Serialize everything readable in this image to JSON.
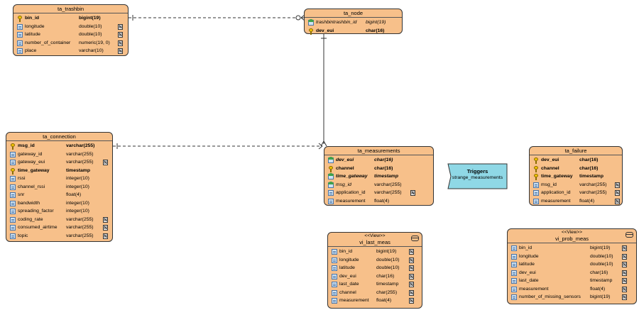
{
  "entities": {
    "ta_trashbin": {
      "title": "ta_trashbin",
      "rows": [
        {
          "name": "bin_id",
          "type": "bigint(19)",
          "bold": true,
          "icon": "primary-key-icon"
        },
        {
          "name": "longitude",
          "type": "double(10)",
          "nn": "N",
          "icon": "column-icon"
        },
        {
          "name": "latitude",
          "type": "double(10)",
          "nn": "N",
          "icon": "column-icon"
        },
        {
          "name": "number_of_container",
          "type": "numeric(19, 0)",
          "nn": "N",
          "icon": "column-icon"
        },
        {
          "name": "place",
          "type": "varchar(10)",
          "nn": "N",
          "icon": "column-icon"
        }
      ]
    },
    "ta_node": {
      "title": "ta_node",
      "rows": [
        {
          "name": "trashbintrashbin_id",
          "type": "bigint(19)",
          "italic": true,
          "icon": "foreign-key-icon"
        },
        {
          "name": "dev_eui",
          "type": "char(16)",
          "bold": true,
          "icon": "primary-key-icon"
        }
      ]
    },
    "ta_connection": {
      "title": "ta_connection",
      "rows": [
        {
          "name": "msg_id",
          "type": "varchar(255)",
          "bold": true,
          "icon": "primary-key-icon"
        },
        {
          "name": "gateway_id",
          "type": "varchar(255)",
          "icon": "column-icon"
        },
        {
          "name": "gateway_eui",
          "type": "varchar(255)",
          "nn": "N",
          "icon": "column-icon"
        },
        {
          "name": "time_gateway",
          "type": "timestamp",
          "bold": true,
          "icon": "primary-key-icon"
        },
        {
          "name": "rssi",
          "type": "integer(10)",
          "icon": "column-icon"
        },
        {
          "name": "channel_rssi",
          "type": "integer(10)",
          "icon": "column-icon"
        },
        {
          "name": "snr",
          "type": "float(4)",
          "icon": "column-icon"
        },
        {
          "name": "bandwidth",
          "type": "integer(10)",
          "icon": "column-icon"
        },
        {
          "name": "spreading_factor",
          "type": "integer(10)",
          "icon": "column-icon"
        },
        {
          "name": "coding_rate",
          "type": "varchar(255)",
          "nn": "N",
          "icon": "column-icon"
        },
        {
          "name": "consumed_airtime",
          "type": "varchar(255)",
          "nn": "N",
          "icon": "column-icon"
        },
        {
          "name": "topic",
          "type": "varchar(255)",
          "nn": "N",
          "icon": "column-icon"
        }
      ]
    },
    "ta_measurements": {
      "title": "ta_measurements",
      "rows": [
        {
          "name": "dev_eui",
          "type": "char(16)",
          "bold": true,
          "italic": true,
          "icon": "primary-foreign-key-icon"
        },
        {
          "name": "channel",
          "type": "char(16)",
          "bold": true,
          "icon": "primary-key-icon"
        },
        {
          "name": "time_gateway",
          "type": "timestamp",
          "bold": true,
          "italic": true,
          "icon": "primary-foreign-key-icon"
        },
        {
          "name": "msg_id",
          "type": "varchar(255)",
          "italic": true,
          "icon": "foreign-key-icon"
        },
        {
          "name": "application_id",
          "type": "varchar(255)",
          "nn": "N",
          "icon": "column-icon"
        },
        {
          "name": "measurement",
          "type": "float(4)",
          "icon": "column-icon"
        }
      ]
    },
    "ta_failure": {
      "title": "ta_failure",
      "rows": [
        {
          "name": "dev_eui",
          "type": "char(16)",
          "bold": true,
          "icon": "primary-key-icon"
        },
        {
          "name": "channel",
          "type": "char(16)",
          "bold": true,
          "icon": "primary-key-icon"
        },
        {
          "name": "time_gateway",
          "type": "timestamp",
          "bold": true,
          "icon": "primary-key-icon"
        },
        {
          "name": "msg_id",
          "type": "varchar(255)",
          "nn": "N",
          "icon": "column-icon"
        },
        {
          "name": "application_id",
          "type": "varchar(255)",
          "nn": "N",
          "icon": "column-icon"
        },
        {
          "name": "measurement",
          "type": "float(4)",
          "nn": "N",
          "icon": "column-icon"
        }
      ]
    },
    "vi_last_meas": {
      "stereotype": "<<View>>",
      "title": "vi_last_meas",
      "rows": [
        {
          "name": "bin_id",
          "type": "bigint(19)",
          "nn": "N",
          "icon": "column-icon"
        },
        {
          "name": "longitude",
          "type": "double(10)",
          "nn": "N",
          "icon": "column-icon"
        },
        {
          "name": "latitude",
          "type": "double(10)",
          "nn": "N",
          "icon": "column-icon"
        },
        {
          "name": "dev_eui",
          "type": "char(16)",
          "nn": "N",
          "icon": "column-icon"
        },
        {
          "name": "last_date",
          "type": "timestamp",
          "nn": "N",
          "icon": "column-icon"
        },
        {
          "name": "channel",
          "type": "char(255)",
          "nn": "N",
          "icon": "column-icon"
        },
        {
          "name": "measurement",
          "type": "float(4)",
          "nn": "N",
          "icon": "column-icon"
        }
      ]
    },
    "vi_prob_meas": {
      "stereotype": "<<View>>",
      "title": "vi_prob_meas",
      "rows": [
        {
          "name": "bin_id",
          "type": "bigint(19)",
          "nn": "N",
          "icon": "column-icon"
        },
        {
          "name": "longitude",
          "type": "double(10)",
          "nn": "N",
          "icon": "column-icon"
        },
        {
          "name": "latitude",
          "type": "double(10)",
          "nn": "N",
          "icon": "column-icon"
        },
        {
          "name": "dev_eui",
          "type": "char(16)",
          "nn": "N",
          "icon": "column-icon"
        },
        {
          "name": "last_date",
          "type": "timestamp",
          "nn": "N",
          "icon": "column-icon"
        },
        {
          "name": "measurement",
          "type": "float(4)",
          "nn": "N",
          "icon": "column-icon"
        },
        {
          "name": "number_of_missing_sensors",
          "type": "bigint(19)",
          "nn": "N",
          "icon": "column-icon"
        }
      ]
    }
  },
  "triggers": {
    "title": "Triggers",
    "items": [
      "strange_measurements"
    ]
  },
  "colors": {
    "entity_fill": "#f7c08a",
    "trigger_fill": "#8fd8e6",
    "line": "#333333"
  }
}
